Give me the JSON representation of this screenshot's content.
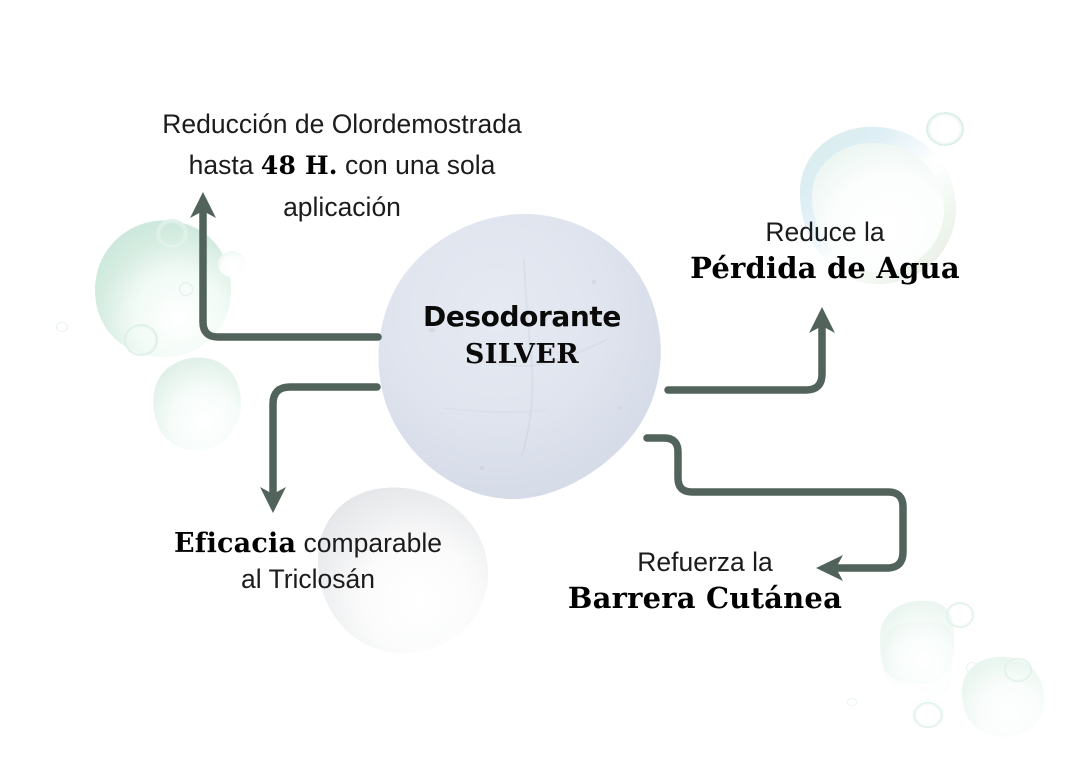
{
  "theme": {
    "background": "#ffffff",
    "arrow_color": "#52635c",
    "blob_color": "#dde2ec",
    "text_color": "#141414",
    "bubble_green": "#cfe8dc",
    "bubble_pink": "#f0d8e2",
    "bubble_blue": "#d6e4f2"
  },
  "center": {
    "name": "Desodorante",
    "variant": "SILVER"
  },
  "callouts": {
    "odor": {
      "line1_a": "Reducción de Olor",
      "line1_b": "demostrada",
      "line2_a": "hasta ",
      "line2_bold": "48 H.",
      "line2_b": " con una sola",
      "line3": "aplicación"
    },
    "water": {
      "line1": "Reduce  la",
      "line2": "Pérdida de Agua"
    },
    "efficacy": {
      "line1_bold": "Eficacia",
      "line1_rest": " comparable",
      "line2": "al Triclosán"
    },
    "barrier": {
      "line1": "Refuerza la",
      "line2": "Barrera Cutánea"
    }
  },
  "arrows": [
    {
      "id": "arrow-to-odor",
      "direction": "up",
      "from": "center-left",
      "to": "odor-callout"
    },
    {
      "id": "arrow-to-water",
      "direction": "up",
      "from": "center-right",
      "to": "water-callout"
    },
    {
      "id": "arrow-to-efficacy",
      "direction": "down",
      "from": "center-left",
      "to": "efficacy-callout"
    },
    {
      "id": "arrow-to-barrier",
      "direction": "left",
      "from": "center-right",
      "to": "barrier-callout"
    }
  ]
}
